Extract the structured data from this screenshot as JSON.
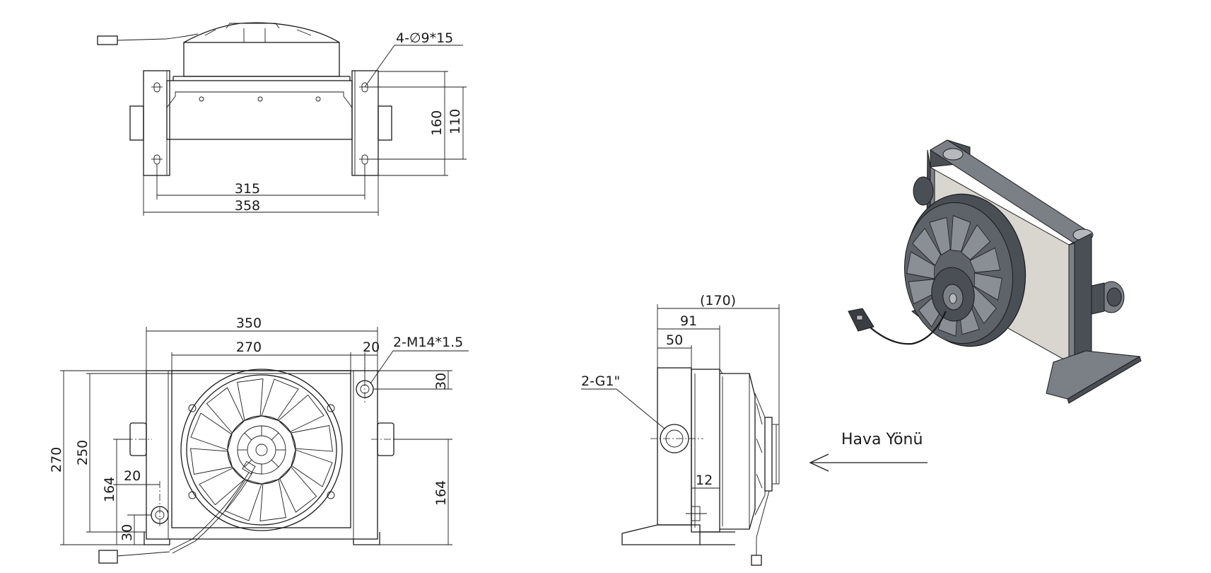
{
  "top_view": {
    "hole_note": "4-∅9*15",
    "dim_inner_width": "315",
    "dim_outer_width": "358",
    "dim_height_outer": "160",
    "dim_height_inner": "110"
  },
  "front_view": {
    "dim_total_width": "350",
    "dim_core_width": "270",
    "dim_port_offset_x": "20",
    "port_note": "2-M14*1.5",
    "dim_port_offset_y": "30",
    "dim_total_height": "270",
    "dim_core_height": "250",
    "dim_port_spacing_left": "164",
    "dim_lower_offset_x": "20",
    "dim_lower_offset_y": "30",
    "dim_port_spacing_right": "164"
  },
  "side_view": {
    "dim_overall_depth": "(170)",
    "dim_depth_91": "91",
    "dim_depth_50": "50",
    "port_note": "2-G1\"",
    "dim_12": "12"
  },
  "airflow": {
    "label": "Hava Yönü"
  },
  "colors": {
    "line": "#1a1a1a",
    "shade_dark": "#4a4e55",
    "shade_mid": "#7b7f86",
    "shade_light": "#b5b8bc",
    "shade_face": "#d9d6cf"
  }
}
